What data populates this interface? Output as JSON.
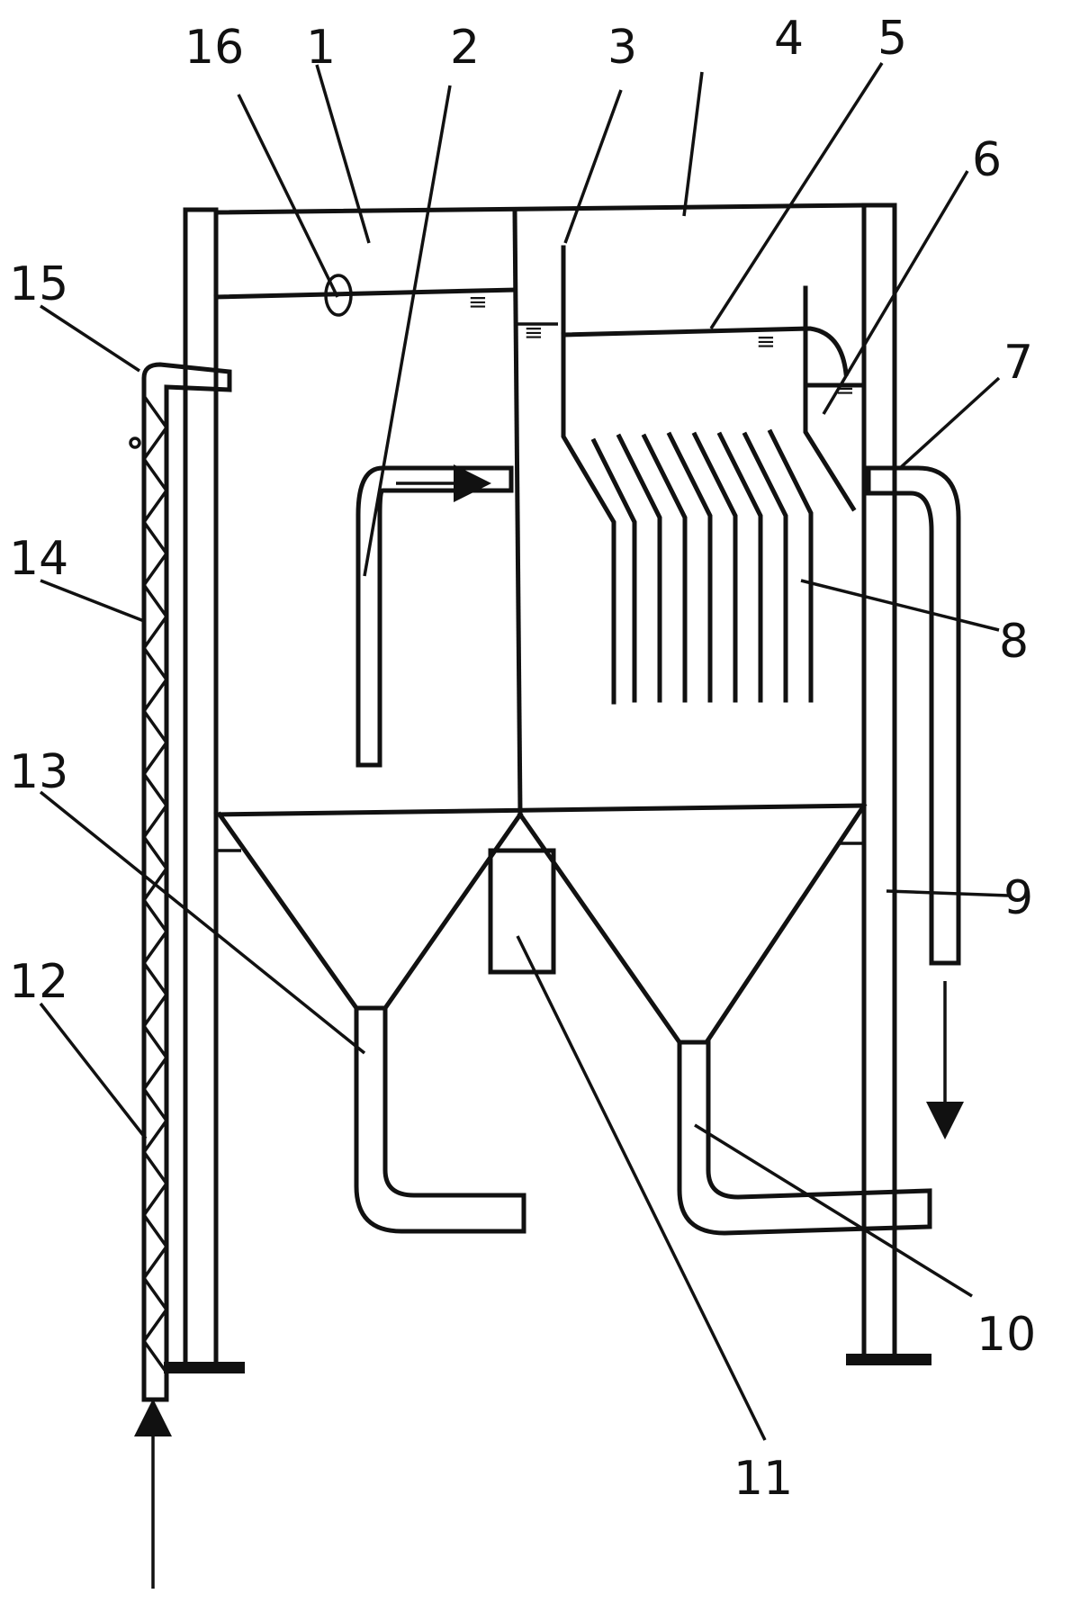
{
  "labels": {
    "l1": "1",
    "l2": "2",
    "l3": "3",
    "l4": "4",
    "l5": "5",
    "l6": "6",
    "l7": "7",
    "l8": "8",
    "l9": "9",
    "l10": "10",
    "l11": "11",
    "l12": "12",
    "l13": "13",
    "l14": "14",
    "l15": "15",
    "l16": "16"
  },
  "water_level_symbol": "≡"
}
